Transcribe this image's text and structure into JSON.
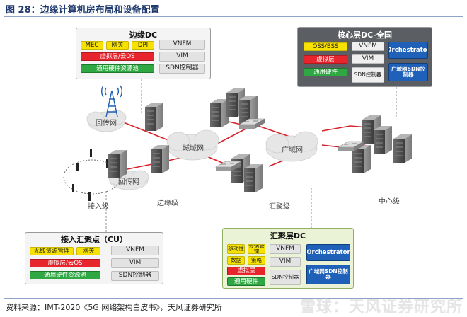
{
  "title": "图 28：边缘计算机房布局和设备配置",
  "source": "资料来源：IMT-2020《5G 网络架构白皮书》，天风证券研究所",
  "watermark": "雪球：天风证券研究所",
  "edge_dc": {
    "title": "边缘DC",
    "mec": "MEC",
    "gateway": "网关",
    "dpi": "DPI",
    "vnfm": "VNFM",
    "vim": "VIM",
    "sdn": "SDN控制器",
    "virtual": "虚拟层/云OS",
    "hardware": "通用硬件资源池"
  },
  "core_dc": {
    "title": "核心层DC-全国",
    "oss": "OSS/BSS",
    "virtual": "虚拟层",
    "hardware": "通用硬件",
    "vnfm": "VNFM",
    "vim": "VIM",
    "sdn": "SDN控制器",
    "orchestrator": "Orchestrator",
    "wan_sdn": "广域网SDN控制器"
  },
  "cu": {
    "title": "接入汇聚点（CU）",
    "rrm": "无线资源管理",
    "gateway": "网关",
    "vnfm": "VNFM",
    "vim": "VIM",
    "sdn": "SDN控制器",
    "virtual": "虚拟层/云OS",
    "hardware": "通用硬件资源池"
  },
  "agg_dc": {
    "title": "汇聚层DC",
    "mobility": "移动性",
    "session": "会话管理",
    "data": "数据",
    "policy": "策略",
    "virtual": "虚拟层",
    "hardware": "通用硬件",
    "vnfm": "VNFM",
    "vim": "VIM",
    "sdn": "SDN控制器",
    "orchestrator": "Orchestrator",
    "wan_sdn": "广域网SDN控制器"
  },
  "network": {
    "backhaul_top": "回传网",
    "backhaul_bottom": "回传网",
    "metro": "城域网",
    "wan": "广域网"
  },
  "levels": {
    "access": "接入级",
    "edge": "边缘级",
    "aggregation": "汇聚级",
    "center": "中心级"
  },
  "colors": {
    "link_red": "#d8212a",
    "yellow": "#f6e100",
    "red": "#e8242c",
    "green": "#2fa843",
    "blue": "#1f60b8"
  }
}
